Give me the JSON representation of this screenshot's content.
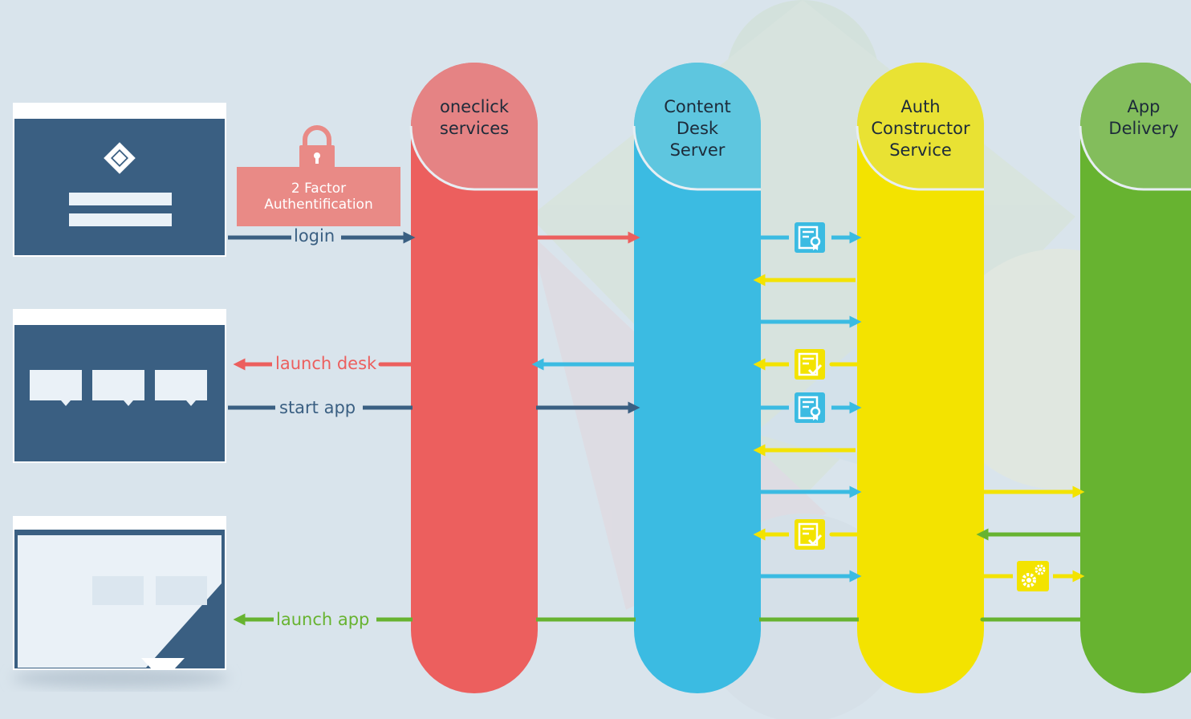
{
  "services": {
    "oneclick": "oneclick\nservices",
    "content_desk": "Content\nDesk\nServer",
    "auth_constructor": "Auth\nConstructor\nService",
    "app_delivery": "App\nDelivery"
  },
  "badge": {
    "two_factor": "2 Factor\nAuthentification"
  },
  "messages": {
    "login": "login",
    "launch_desk": "launch desk",
    "start_app": "start app",
    "launch_app": "launch app"
  },
  "colors": {
    "background": "#d9e4ec",
    "oneclick": "#ec5f5e",
    "content_desk": "#3bbbe2",
    "auth_constructor": "#f3e300",
    "app_delivery": "#67b330",
    "screen": "#3a5f82",
    "navy_arrow": "#3a5f82",
    "badge": "#e98a86"
  },
  "icons": {
    "lock": "padlock-icon",
    "logo": "diamond-logo-icon",
    "certificate": "certificate-icon",
    "approved": "approved-document-icon",
    "gears": "gears-icon"
  }
}
